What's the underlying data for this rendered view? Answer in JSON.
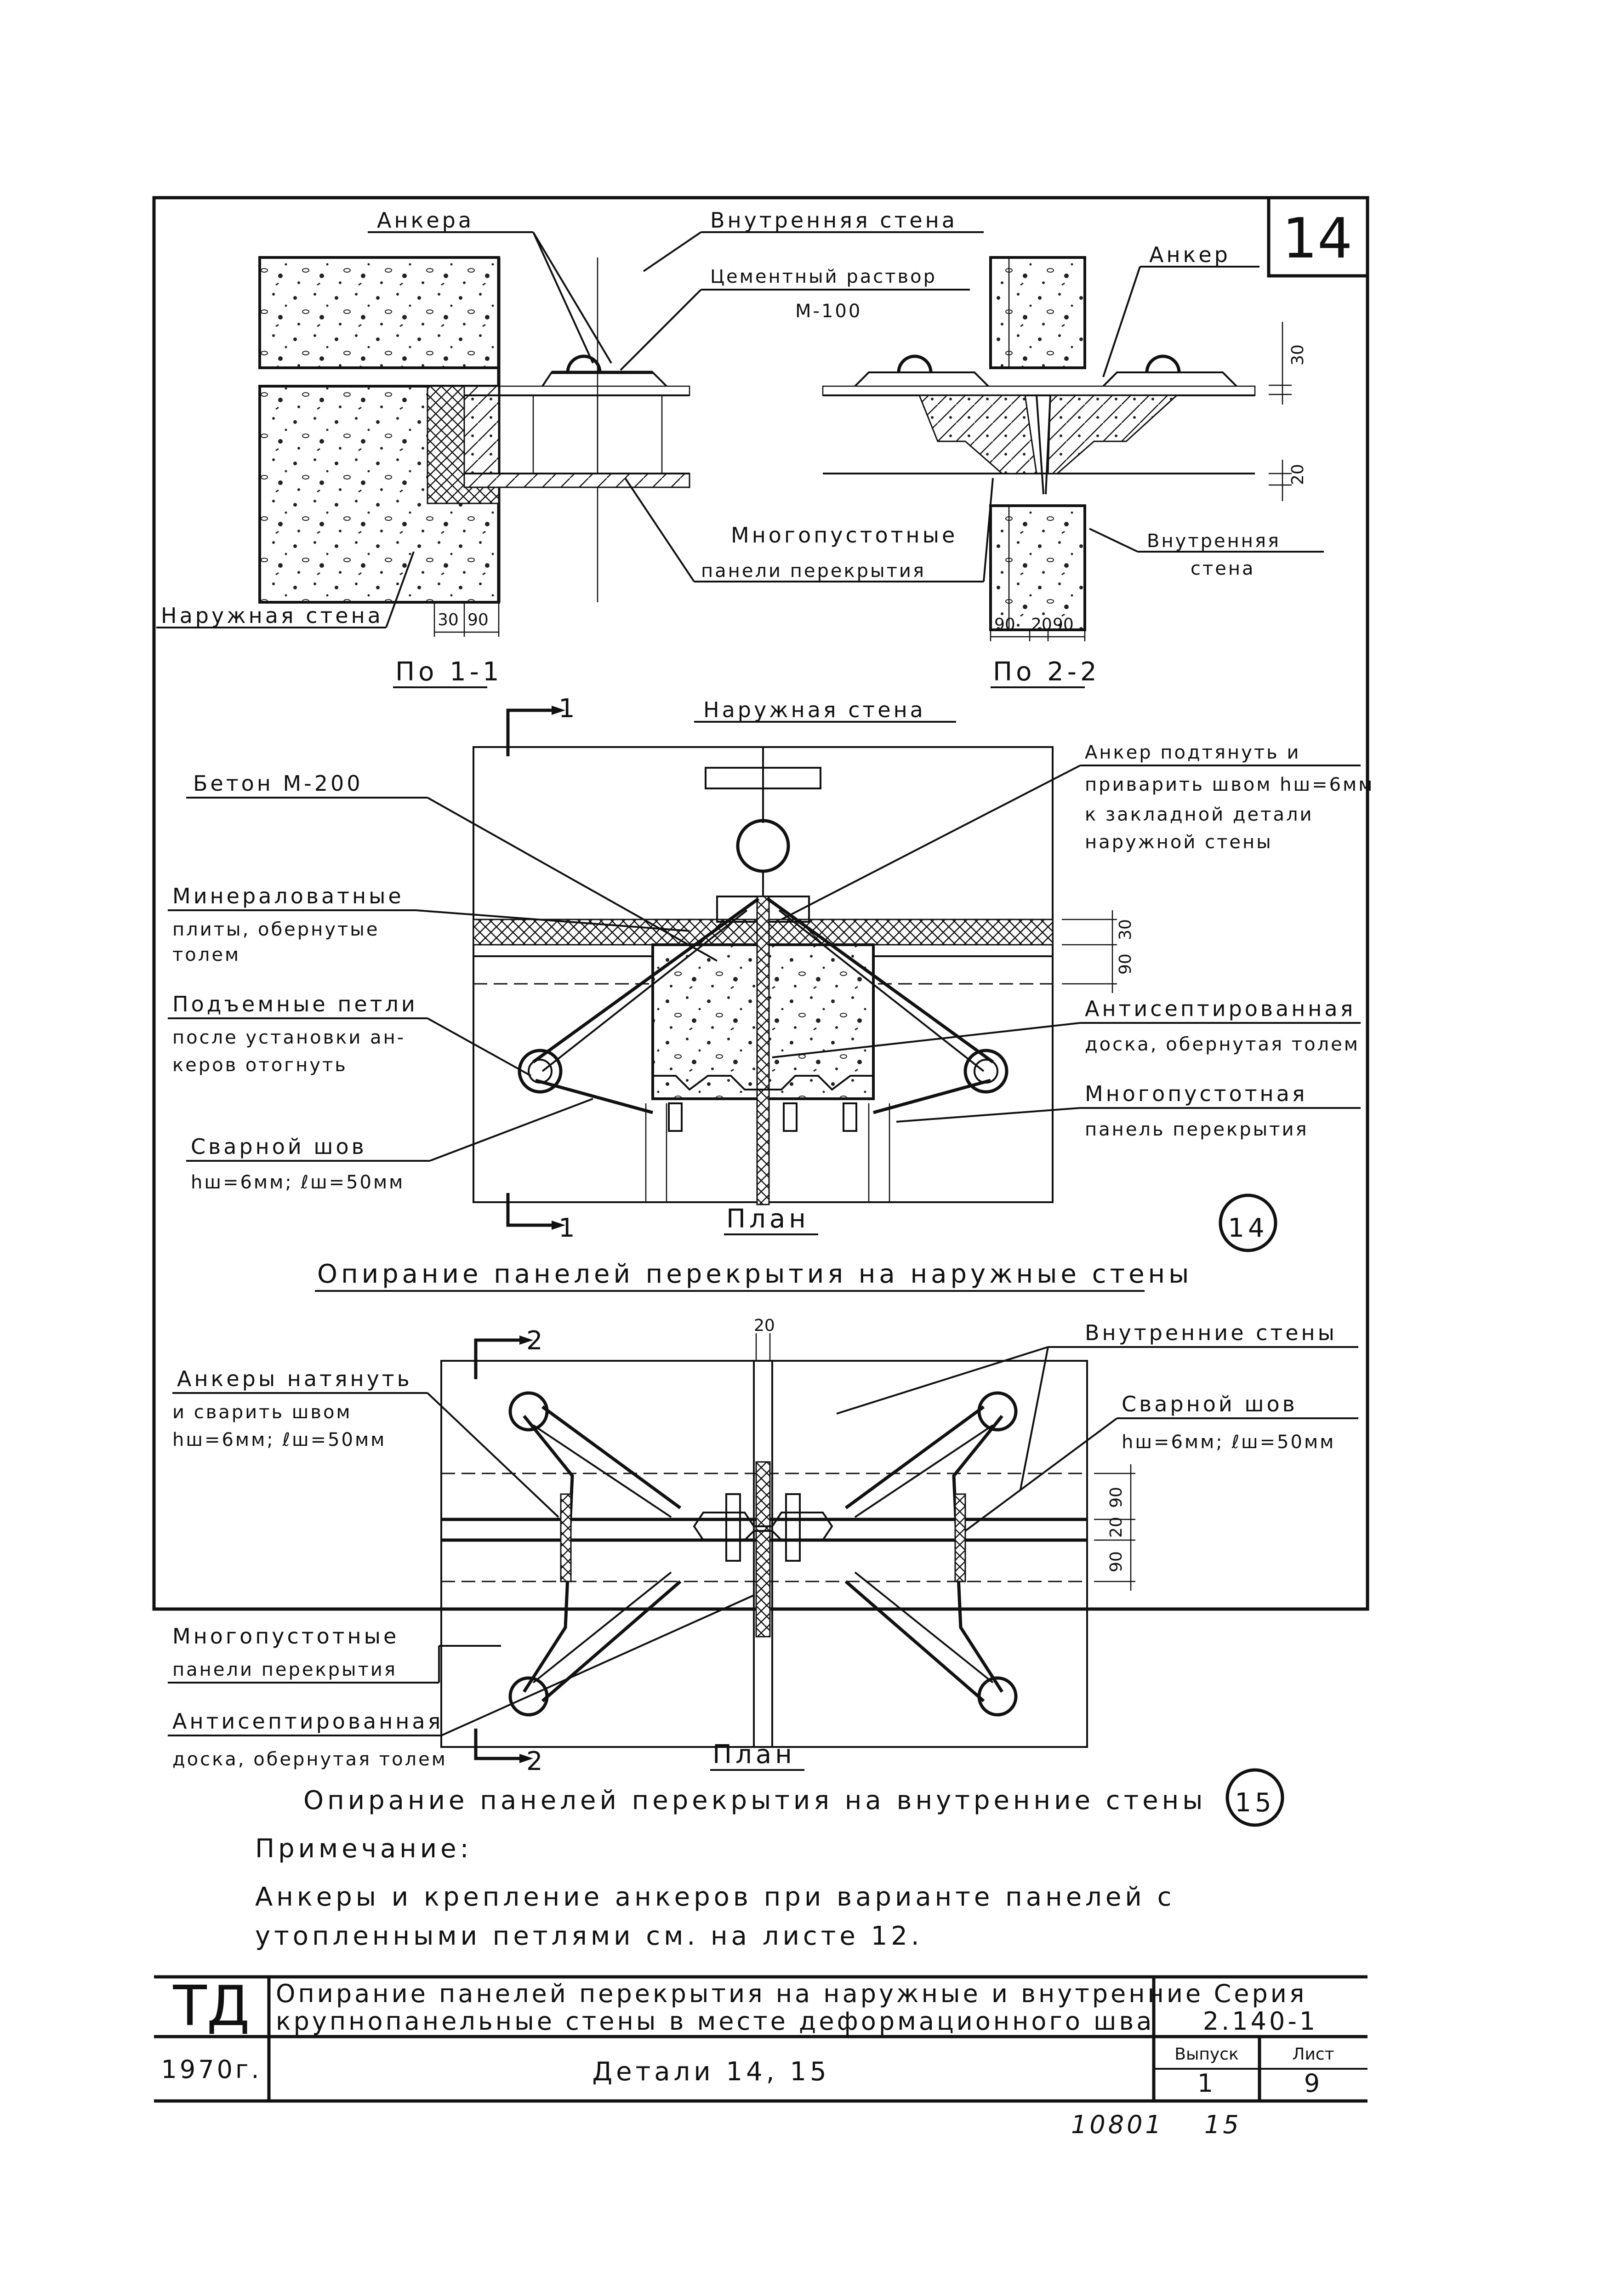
{
  "sheet_number": "14",
  "section_1": {
    "anchors": "Анкера",
    "inner_wall_top": "Внутренняя стена",
    "cement_mortar": "Цементный раствор",
    "cement_grade": "М-100",
    "anchor": "Анкер",
    "hollow_panels_1": "Многопустотные",
    "hollow_panels_2": "панели перекрытия",
    "inner_wall_right_1": "Внутренняя",
    "inner_wall_right_2": "стена",
    "outer_wall": "Наружная стена",
    "cut_1": "По 1-1",
    "cut_2": "По 2-2",
    "dims_left": [
      "30",
      "90"
    ],
    "dims_right": [
      "90",
      "20",
      "90"
    ],
    "dims_vertical": [
      "30",
      "20"
    ]
  },
  "detail_14": {
    "outer_wall": "Наружная стена",
    "concrete": "Бетон М-200",
    "anchor_note_1": "Анкер подтянуть и",
    "anchor_note_2": "приварить швом hш=6мм",
    "anchor_note_3": "к закладной детали",
    "anchor_note_4": "наружной стены",
    "mineral_1": "Минераловатные",
    "mineral_2": "плиты, обернутые",
    "mineral_3": "толем",
    "loops_1": "Подъемные петли",
    "loops_2": "после установки ан-",
    "loops_3": "керов отогнуть",
    "board_1": "Антисептированная",
    "board_2": "доска, обернутая толем",
    "hollow_1": "Многопустотная",
    "hollow_2": "панель перекрытия",
    "weld_1": "Сварной шов",
    "weld_2": "hш=6мм; ℓш=50мм",
    "cut_mark": "1",
    "plan": "План",
    "dims": [
      "30",
      "90"
    ],
    "badge": "14",
    "caption": "Опирание панелей перекрытия на наружные стены"
  },
  "detail_15": {
    "dim_top": "20",
    "inner_walls": "Внутренние стены",
    "anchors_1": "Анкеры натянуть",
    "anchors_2": "и сварить швом",
    "anchors_3": "hш=6мм; ℓш=50мм",
    "weld_1": "Сварной шов",
    "weld_2": "hш=6мм; ℓш=50мм",
    "hollow_1": "Многопустотные",
    "hollow_2": "панели перекрытия",
    "board_1": "Антисептированная",
    "board_2": "доска, обернутая толем",
    "cut_mark": "2",
    "plan": "План",
    "dims": [
      "90",
      "20",
      "90"
    ],
    "badge": "15",
    "caption": "Опирание панелей перекрытия на внутренние стены"
  },
  "note": {
    "title": "Примечание:",
    "line_1": "Анкеры и крепление анкеров при варианте панелей с",
    "line_2": "утопленными петлями см. на листе 12."
  },
  "stamp": {
    "code": "ТД",
    "title_1": "Опирание панелей перекрытия на наружные и внутренние",
    "title_2": "крупнопанельные стены в месте деформационного шва",
    "series_label": "Серия",
    "series_value": "2.140-1",
    "year": "1970г.",
    "details": "Детали 14, 15",
    "issue_label": "Выпуск",
    "issue_value": "1",
    "sheet_label": "Лист",
    "sheet_value": "9"
  },
  "footer": {
    "inventory": "10801",
    "page": "15"
  }
}
